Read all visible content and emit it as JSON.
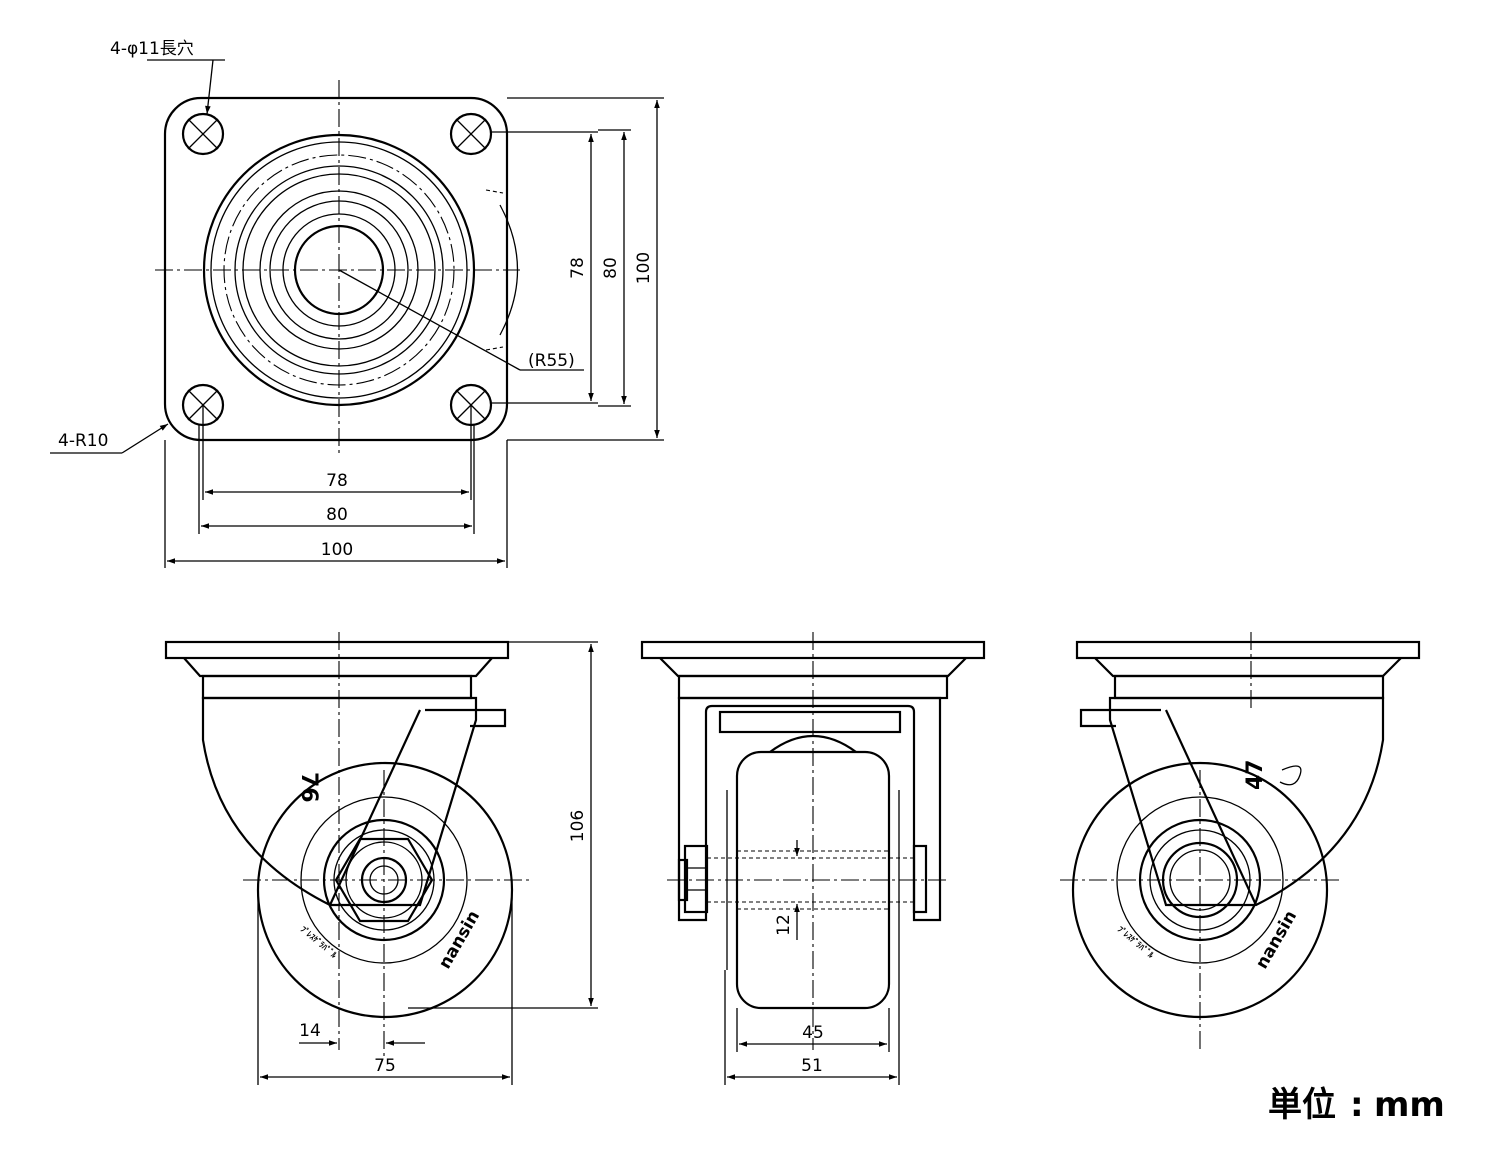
{
  "annotations": {
    "hole_note": "4-φ11長穴",
    "corner_radius": "4-R10",
    "swivel_radius": "(R55)"
  },
  "top_view": {
    "dim_h_inner": "78",
    "dim_h_mid": "80",
    "dim_h_outer": "100",
    "dim_v_inner": "78",
    "dim_v_mid": "80",
    "dim_v_outer": "100"
  },
  "side_view": {
    "height": "106",
    "offset": "14",
    "wheel_dia": "75",
    "frame_mark": "76",
    "brand": "nansin",
    "tire_text": "ﾌﾟﾚｽｹﾞﾗﾊﾟﾞﾙ"
  },
  "front_view": {
    "axle": "12",
    "wheel_width": "45",
    "frame_width": "51"
  },
  "rear_view": {
    "frame_mark": "47",
    "brand": "nansin",
    "tire_text": "ﾌﾟﾚｽｹﾞﾗﾊﾟﾞﾙ"
  },
  "units": {
    "label": "単位",
    "separator": ":",
    "value": "mm"
  }
}
